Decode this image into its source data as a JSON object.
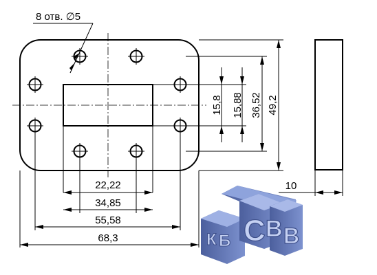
{
  "drawing": {
    "hole_note": "8 отв. ∅5",
    "dimensions": {
      "w_22_22": "22,22",
      "w_34_85": "34,85",
      "w_55_58": "55,58",
      "w_68_3": "68,3",
      "h_15_8": "15,8",
      "h_15_88": "15,88",
      "h_36_52": "36,52",
      "h_49_2": "49,2",
      "thickness_10": "10"
    }
  },
  "logo": {
    "letters": [
      "К",
      "Б",
      "С",
      "В",
      "В"
    ],
    "color": "#6f86c4"
  }
}
